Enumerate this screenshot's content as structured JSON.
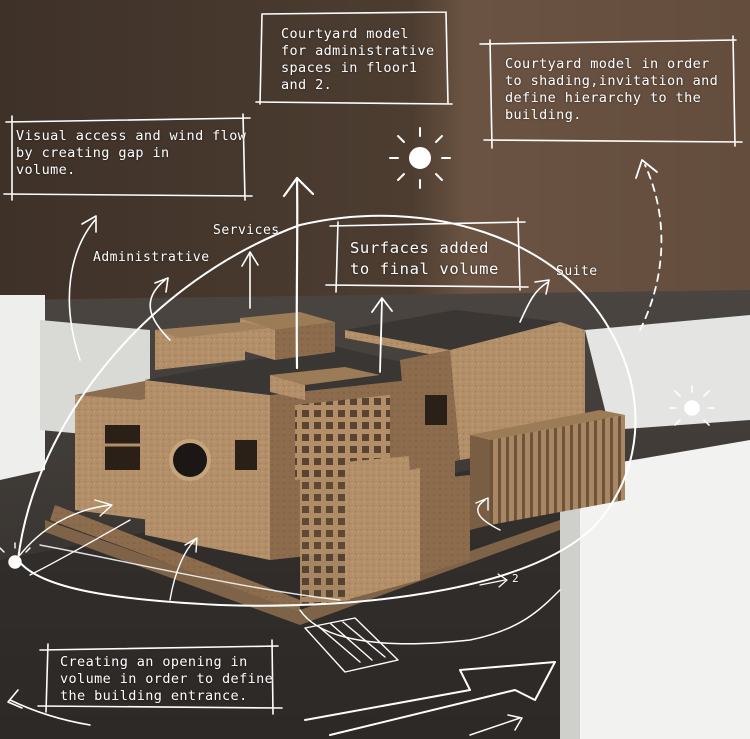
{
  "annotations": {
    "courtyard_admin": "Courtyard model\nfor administrative\nspaces in floor1\nand 2.",
    "courtyard_shading": "Courtyard model in order\nto shading,invitation and\ndefine hierarchy to the\nbuilding.",
    "visual_access": "Visual access and wind flow\nby creating gap in\nvolume.",
    "surfaces": "Surfaces added\nto final volume",
    "opening": "Creating an opening in\nvolume in order to define\nthe building entrance."
  },
  "labels": {
    "administrative": "Administrative",
    "services": "Services",
    "suite": "Suite",
    "level_mark": "2"
  },
  "colors": {
    "wall_backdrop": "#4a3b30",
    "corner_light": "#6b5443",
    "base_board": "#3a3531",
    "cork": "#b5926b",
    "cork_shadow": "#8a6a4b",
    "roof_dark": "#3a3634",
    "foam_block": "#f0f0ee",
    "sketch": "#ffffff"
  },
  "icons": [
    "sun-icon",
    "arrow-icon",
    "stair-sketch-icon"
  ]
}
